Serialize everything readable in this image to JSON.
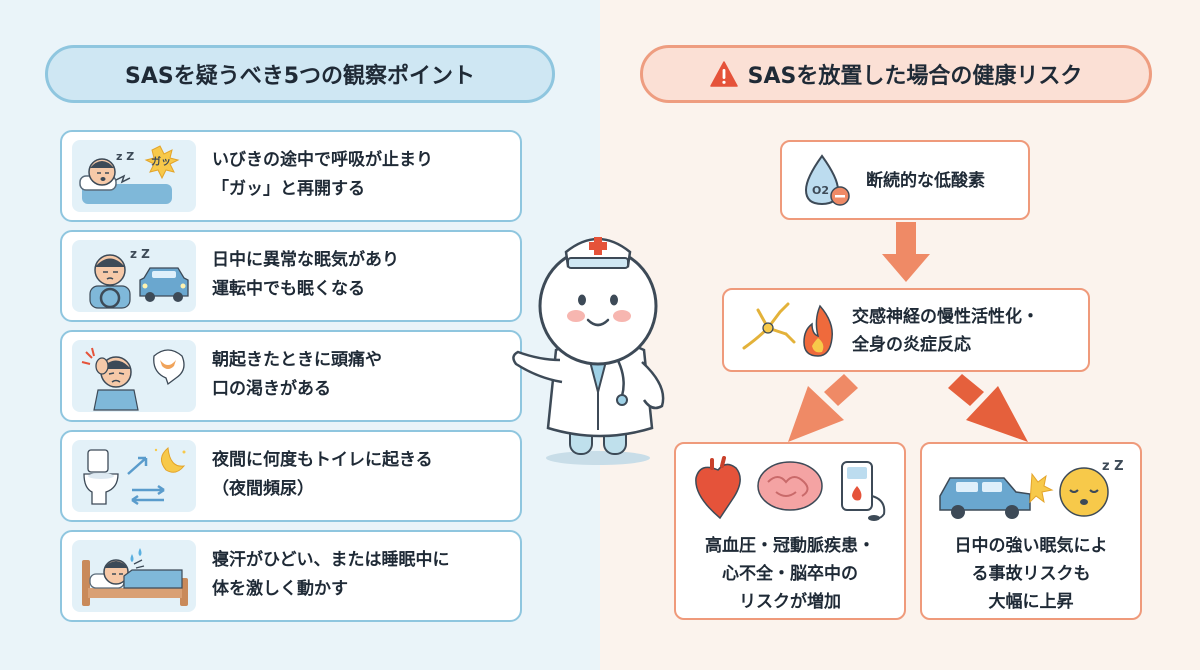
{
  "left_panel": {
    "title": "SASを疑うべき5つの観察ポイント",
    "items": [
      {
        "icon": "snoring-sleeper-icon",
        "badge": "ガッ",
        "zz": "z Z",
        "line1": "いびきの途中で呼吸が止まり",
        "line2": "「ガッ」と再開する"
      },
      {
        "icon": "sleepy-driver-icon",
        "zz": "z Z",
        "line1": "日中に異常な眠気があり",
        "line2": "運転中でも眠くなる"
      },
      {
        "icon": "headache-dry-mouth-icon",
        "line1": "朝起きたときに頭痛や",
        "line2": "口の渇きがある"
      },
      {
        "icon": "toilet-moon-icon",
        "line1": "夜間に何度もトイレに起きる",
        "line2": "（夜間頻尿）"
      },
      {
        "icon": "sweating-sleeper-icon",
        "line1": "寝汗がひどい、または睡眠中に",
        "line2": "体を激しく動かす"
      }
    ]
  },
  "right_panel": {
    "title": "SASを放置した場合の健康リスク",
    "o2_label": "O2",
    "step1": {
      "icon": "oxygen-drop-icon",
      "text": "断続的な低酸素"
    },
    "step2": {
      "icon": "nerve-fire-icon",
      "line1": "交感神経の慢性活性化・",
      "line2": "全身の炎症反応"
    },
    "out1": {
      "icon": "heart-brain-bp-icon",
      "line1": "高血圧・冠動脈疾患・",
      "line2": "心不全・脳卒中の",
      "line3": "リスクが増加"
    },
    "out2": {
      "icon": "car-crash-sleepy-icon",
      "zz": "z Z",
      "line1": "日中の強い眠気によ",
      "line2": "る事故リスクも",
      "line3": "大幅に上昇"
    }
  },
  "colors": {
    "blue_border": "#8fc6df",
    "orange_border": "#ef9a7b",
    "arrow": "#ef8a66",
    "text": "#1f2a36"
  }
}
